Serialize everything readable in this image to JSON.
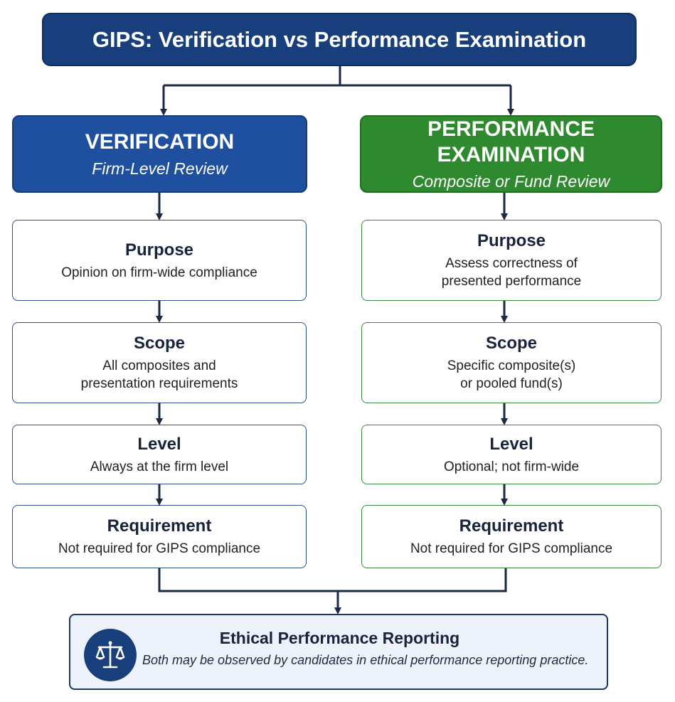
{
  "title": "GIPS: Verification vs Performance Examination",
  "left": {
    "heading": "VERIFICATION",
    "subheading": "Firm-Level Review",
    "cards": [
      {
        "title": "Purpose",
        "text": "Opinion on firm-wide compliance"
      },
      {
        "title": "Scope",
        "text": "All composites and\npresentation requirements"
      },
      {
        "title": "Level",
        "text": "Always at the firm level"
      },
      {
        "title": "Requirement",
        "text": "Not required for GIPS compliance"
      }
    ]
  },
  "right": {
    "heading": "PERFORMANCE EXAMINATION",
    "subheading": "Composite or Fund Review",
    "cards": [
      {
        "title": "Purpose",
        "text": "Assess correctness of\npresented performance"
      },
      {
        "title": "Scope",
        "text": "Specific composite(s)\nor pooled fund(s)"
      },
      {
        "title": "Level",
        "text": "Optional; not firm-wide"
      },
      {
        "title": "Requirement",
        "text": "Not required for GIPS compliance"
      }
    ]
  },
  "footer": {
    "title": "Ethical Performance Reporting",
    "text": "Both may be observed by candidates in ethical performance reporting practice.",
    "icon": "scales-icon"
  },
  "colors": {
    "navy": "#183f7c",
    "blue": "#1f4f9f",
    "green": "#2f8a2f"
  }
}
